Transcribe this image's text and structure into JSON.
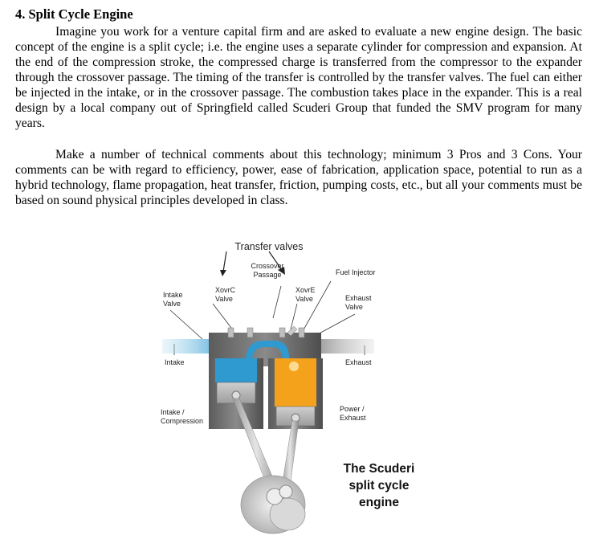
{
  "document": {
    "heading": "4. Split Cycle Engine",
    "paragraph_1": "Imagine you work for a venture capital firm and are asked to evaluate a new engine design. The basic concept of the engine is a split cycle; i.e. the engine uses a separate cylinder for compression and expansion. At the end of the compression stroke, the compressed charge is transferred from the compressor to the expander through the crossover passage. The timing of the transfer is controlled by the transfer valves. The fuel can either be injected in the intake, or in the crossover passage. The combustion takes place in the expander.  This is a real design by a local company out of Springfield called Scuderi Group that funded the SMV program for many years.",
    "paragraph_2": "Make a number of technical comments about this technology; minimum 3 Pros and 3 Cons. Your comments can be with regard to efficiency, power, ease of fabrication, application space, potential to run as a hybrid technology, flame propagation, heat transfer, friction, pumping costs, etc., but all your comments must be based on sound physical principles developed in class."
  },
  "figure": {
    "transfer_valves": "Transfer valves",
    "crossover_passage": "Crossover\nPassage",
    "fuel_injector": "Fuel Injector",
    "xovrc_valve": "XovrC\nValve",
    "xovre_valve": "XovrE\nValve",
    "intake_valve": "Intake\nValve",
    "exhaust_valve": "Exhaust\nValve",
    "intake": "Intake",
    "exhaust": "Exhaust",
    "intake_compression": "Intake /\nCompression",
    "power_exhaust": "Power /\nExhaust",
    "caption": "The Scuderi\nsplit cycle\nengine"
  },
  "colors": {
    "compression_charge": "#2f9ad0",
    "combustion_charge": "#f4a21c",
    "engine_metal": "#6e6e6e"
  }
}
